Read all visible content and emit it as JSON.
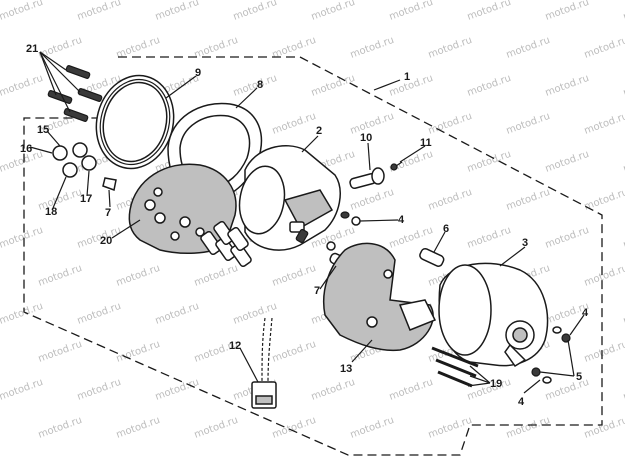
{
  "watermark": "motod.ru",
  "callouts": [
    {
      "id": "c1",
      "label": "1"
    },
    {
      "id": "c2",
      "label": "2"
    },
    {
      "id": "c3",
      "label": "3"
    },
    {
      "id": "c4a",
      "label": "4"
    },
    {
      "id": "c4b",
      "label": "4"
    },
    {
      "id": "c4c",
      "label": "4"
    },
    {
      "id": "c5",
      "label": "5"
    },
    {
      "id": "c6",
      "label": "6"
    },
    {
      "id": "c7a",
      "label": "7"
    },
    {
      "id": "c7b",
      "label": "7"
    },
    {
      "id": "c8",
      "label": "8"
    },
    {
      "id": "c9",
      "label": "9"
    },
    {
      "id": "c10",
      "label": "10"
    },
    {
      "id": "c11",
      "label": "11"
    },
    {
      "id": "c12",
      "label": "12"
    },
    {
      "id": "c13",
      "label": "13"
    },
    {
      "id": "c15",
      "label": "15"
    },
    {
      "id": "c16",
      "label": "16"
    },
    {
      "id": "c17",
      "label": "17"
    },
    {
      "id": "c18",
      "label": "18"
    },
    {
      "id": "c19",
      "label": "19"
    },
    {
      "id": "c20",
      "label": "20"
    },
    {
      "id": "c21",
      "label": "21"
    }
  ]
}
